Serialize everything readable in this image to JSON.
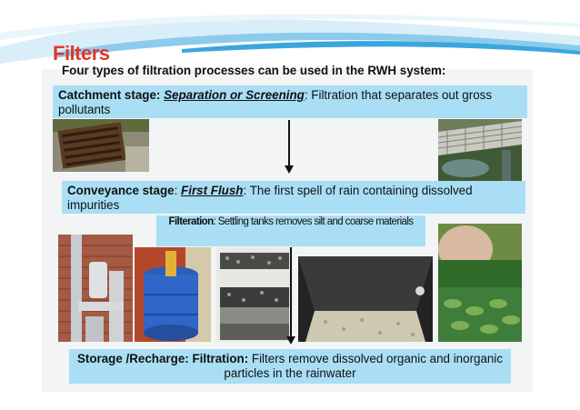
{
  "slide": {
    "title": "Filters",
    "intro": "Four types of filtration processes can be used in the RWH system:",
    "catchment": {
      "label": "Catchment stage: ",
      "method": "Separation or Screening",
      "text": ": Filtration that separates out gross pollutants"
    },
    "conveyance": {
      "label": "Conveyance stage",
      "sep": ": ",
      "method": "First Flush",
      "text": ": The first spell of rain containing dissolved impurities"
    },
    "filteration": {
      "label": "Filteration",
      "text": ": Settling tanks removes silt and coarse materials"
    },
    "storage": {
      "label": "Storage /Recharge: Filtration:",
      "text": " Filters remove dissolved organic and inorganic particles in the rainwater"
    }
  },
  "colors": {
    "title": "#e3352a",
    "box": "#a9def5",
    "swoosh_light": "#d8eef9",
    "swoosh_dark": "#5bb6e3"
  }
}
